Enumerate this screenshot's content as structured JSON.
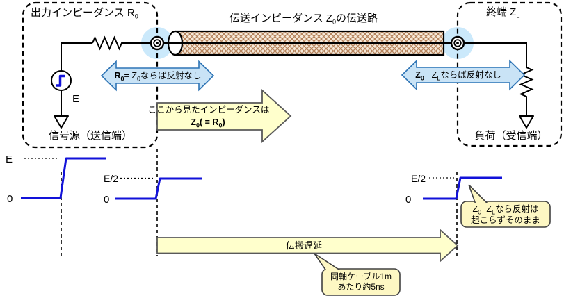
{
  "source_box": {
    "title": {
      "main": "出力インピーダンス R",
      "sub": "0"
    },
    "emf_label": "E",
    "caption": "信号源（送信端）"
  },
  "line_section": {
    "title": {
      "pre": "伝送インピーダンス Z",
      "sub": "0",
      "post": "の伝送路"
    }
  },
  "load_box": {
    "title": {
      "main": "終端 Z",
      "sub": "L"
    },
    "caption": "負荷（受信端）"
  },
  "match_arrows": {
    "left": {
      "p1": "R",
      "s1": "0",
      "p2": "= Z",
      "s2": "0",
      "p3": "ならば反射なし"
    },
    "right": {
      "p1": "Z",
      "s1": "0",
      "p2": "= Z",
      "s2": "L",
      "p3": "ならば反射なし"
    }
  },
  "impedance_arrow": {
    "line1": "ここから見たインピーダンスは",
    "p1": "Z",
    "s1": "0",
    "p2": "( = R",
    "s2": "0",
    "p3": ")"
  },
  "delay_arrow": {
    "label": "伝搬遅延"
  },
  "callouts": {
    "no_reflect": {
      "p1": "Z",
      "s1": "0",
      "p2": "=Z",
      "s2": "L",
      "p3": "なら反射は",
      "line2": "起こらずそのまま"
    },
    "coax": {
      "line1": "同軸ケーブル1m",
      "line2": "あたり約5ns"
    }
  },
  "waveforms": {
    "source": {
      "level": "E",
      "zero": "0"
    },
    "near_end": {
      "level": "E/2",
      "zero": "0"
    },
    "far_end": {
      "level": "E/2",
      "zero": "0"
    }
  },
  "colors": {
    "waveform_blue": "#1212d9",
    "match_arrow_fill": "#c9e3f6",
    "match_arrow_stroke": "#2e74b5",
    "yellow_arrow_fill": "#ffffcc",
    "yellow_arrow_stroke": "#595959",
    "callout_fill": "#fdf7c3",
    "connector_glow": "#cbe9fb",
    "cable_fill": "#f6e8d7",
    "cable_hatch": "#b5835c"
  }
}
